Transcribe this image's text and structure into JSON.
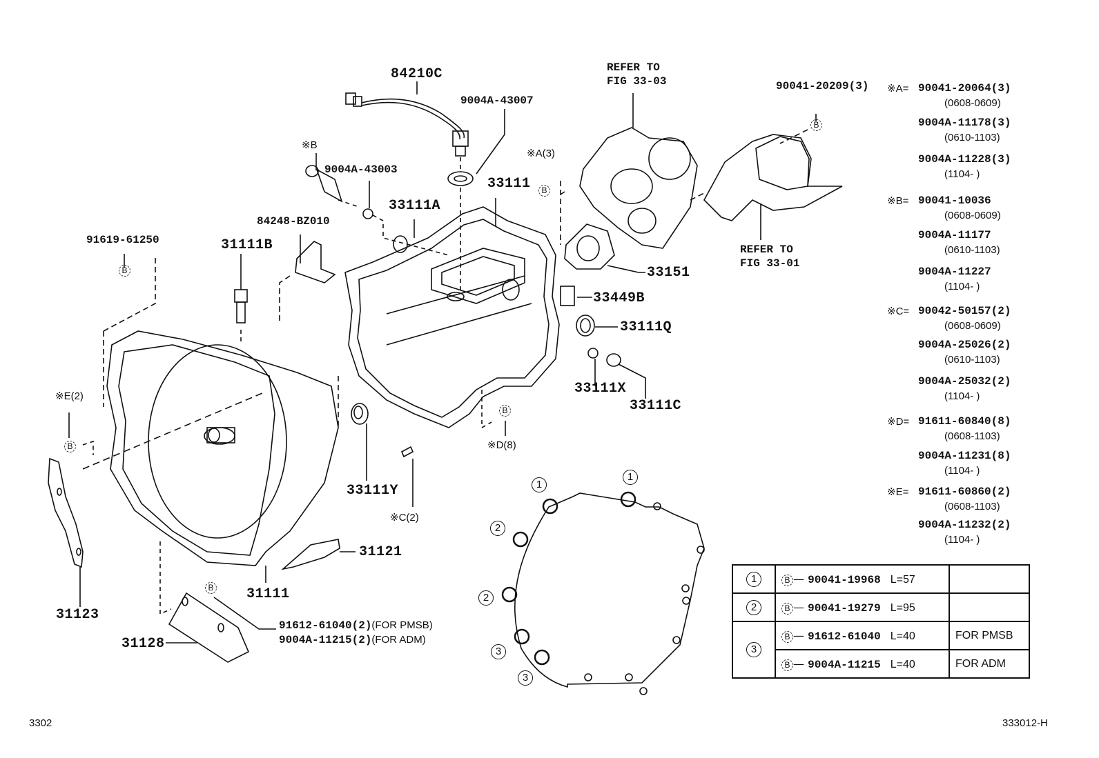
{
  "diagram": {
    "figure_code": "3302",
    "illustration_id": "333012-H",
    "parts": [
      {
        "id": "p-84210c",
        "text": "84210C"
      },
      {
        "id": "p-9004a-43007",
        "text": "9004A-43007"
      },
      {
        "id": "p-9004a-43003",
        "text": "9004A-43003"
      },
      {
        "id": "p-33111-top",
        "text": "33111"
      },
      {
        "id": "p-33111a",
        "text": "33111A"
      },
      {
        "id": "p-84248",
        "text": "84248-BZ010"
      },
      {
        "id": "p-31111b",
        "text": "31111B"
      },
      {
        "id": "p-91619",
        "text": "91619-61250"
      },
      {
        "id": "p-33151",
        "text": "33151"
      },
      {
        "id": "p-33449b",
        "text": "33449B"
      },
      {
        "id": "p-33111q",
        "text": "33111Q"
      },
      {
        "id": "p-33111x",
        "text": "33111X"
      },
      {
        "id": "p-33111c",
        "text": "33111C"
      },
      {
        "id": "p-33111y",
        "text": "33111Y"
      },
      {
        "id": "p-31121",
        "text": "31121"
      },
      {
        "id": "p-31111",
        "text": "31111"
      },
      {
        "id": "p-31123",
        "text": "31123"
      },
      {
        "id": "p-31128",
        "text": "31128"
      },
      {
        "id": "p-90041-20209",
        "text": "90041-20209(3)"
      }
    ],
    "refer_notes": [
      {
        "line1": "REFER TO",
        "line2": "FIG 33-03"
      },
      {
        "line1": "REFER TO",
        "line2": "FIG 33-01"
      }
    ],
    "symbols": {
      "xb": "※B",
      "xa3": "※A(3)",
      "xe2": "※E(2)",
      "xc2": "※C(2)",
      "xd8": "※D(8)",
      "b_mark": "B"
    },
    "bracket_note": {
      "line1_part": "91612-61040(2)",
      "line1_note": "(FOR PMSB)",
      "line2_part": "9004A-11215(2)",
      "line2_note": "(FOR ADM)"
    },
    "gasket_callouts": [
      "1",
      "1",
      "2",
      "2",
      "3",
      "3"
    ]
  },
  "legend": [
    {
      "key": "※A=",
      "entries": [
        {
          "part": "90041-20064(3)",
          "dates": "(0608-0609)"
        },
        {
          "part": "9004A-11178(3)",
          "dates": "(0610-1103)"
        },
        {
          "part": "9004A-11228(3)",
          "dates": "(1104-    )"
        }
      ]
    },
    {
      "key": "※B=",
      "entries": [
        {
          "part": "90041-10036",
          "dates": "(0608-0609)"
        },
        {
          "part": "9004A-11177",
          "dates": "(0610-1103)"
        },
        {
          "part": "9004A-11227",
          "dates": "(1104-    )"
        }
      ]
    },
    {
      "key": "※C=",
      "entries": [
        {
          "part": "90042-50157(2)",
          "dates": "(0608-0609)"
        },
        {
          "part": "9004A-25026(2)",
          "dates": "(0610-1103)"
        },
        {
          "part": "9004A-25032(2)",
          "dates": "(1104-    )"
        }
      ]
    },
    {
      "key": "※D=",
      "entries": [
        {
          "part": "91611-60840(8)",
          "dates": "(0608-1103)"
        },
        {
          "part": "9004A-11231(8)",
          "dates": "(1104-    )"
        }
      ]
    },
    {
      "key": "※E=",
      "entries": [
        {
          "part": "91611-60860(2)",
          "dates": "(0608-1103)"
        },
        {
          "part": "9004A-11232(2)",
          "dates": "(1104-    )"
        }
      ]
    }
  ],
  "bolt_table": {
    "rows": [
      {
        "key": "1",
        "mark": "B",
        "part": "90041-19968",
        "length": "L=57",
        "note": ""
      },
      {
        "key": "2",
        "mark": "B",
        "part": "90041-19279",
        "length": "L=95",
        "note": ""
      },
      {
        "key": "3",
        "mark": "B",
        "part": "91612-61040",
        "length": "L=40",
        "note": "FOR PMSB"
      },
      {
        "key": "",
        "mark": "B",
        "part": "9004A-11215",
        "length": "L=40",
        "note": "FOR ADM"
      }
    ]
  }
}
